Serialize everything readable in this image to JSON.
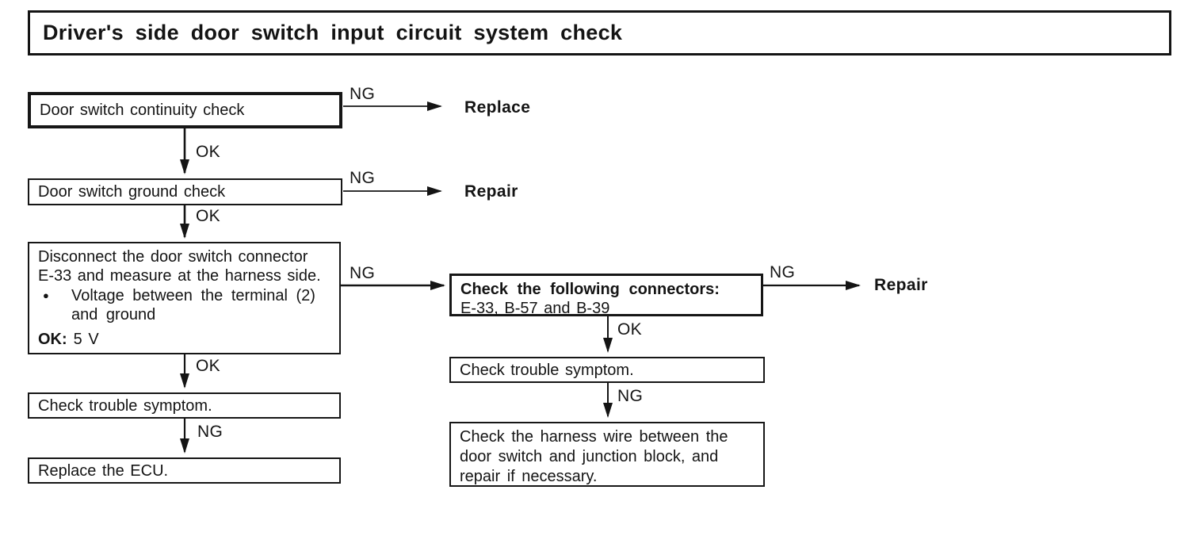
{
  "title": "Driver's side door switch input circuit system check",
  "labels": {
    "ng": "NG",
    "ok": "OK"
  },
  "results": {
    "replace": "Replace",
    "repair1": "Repair",
    "repair2": "Repair"
  },
  "boxes": {
    "continuity": "Door switch continuity check",
    "ground": "Door switch ground check",
    "disconnect": {
      "line1": "Disconnect the door switch connector",
      "line2": "E-33 and measure at the harness side.",
      "bullet": "●",
      "bullet_line1": "Voltage between the terminal (2)",
      "bullet_line2": "and ground",
      "ok_key": "OK:",
      "ok_value": "5 V"
    },
    "trouble_left": "Check trouble symptom.",
    "replace_ecu": "Replace the ECU.",
    "connectors": {
      "line1": "Check the following connectors:",
      "line2": "E-33, B-57 and B-39"
    },
    "trouble_right": "Check trouble symptom.",
    "harness": {
      "line1": "Check the harness wire between the",
      "line2": "door switch and junction block, and",
      "line3": "repair if necessary."
    }
  }
}
